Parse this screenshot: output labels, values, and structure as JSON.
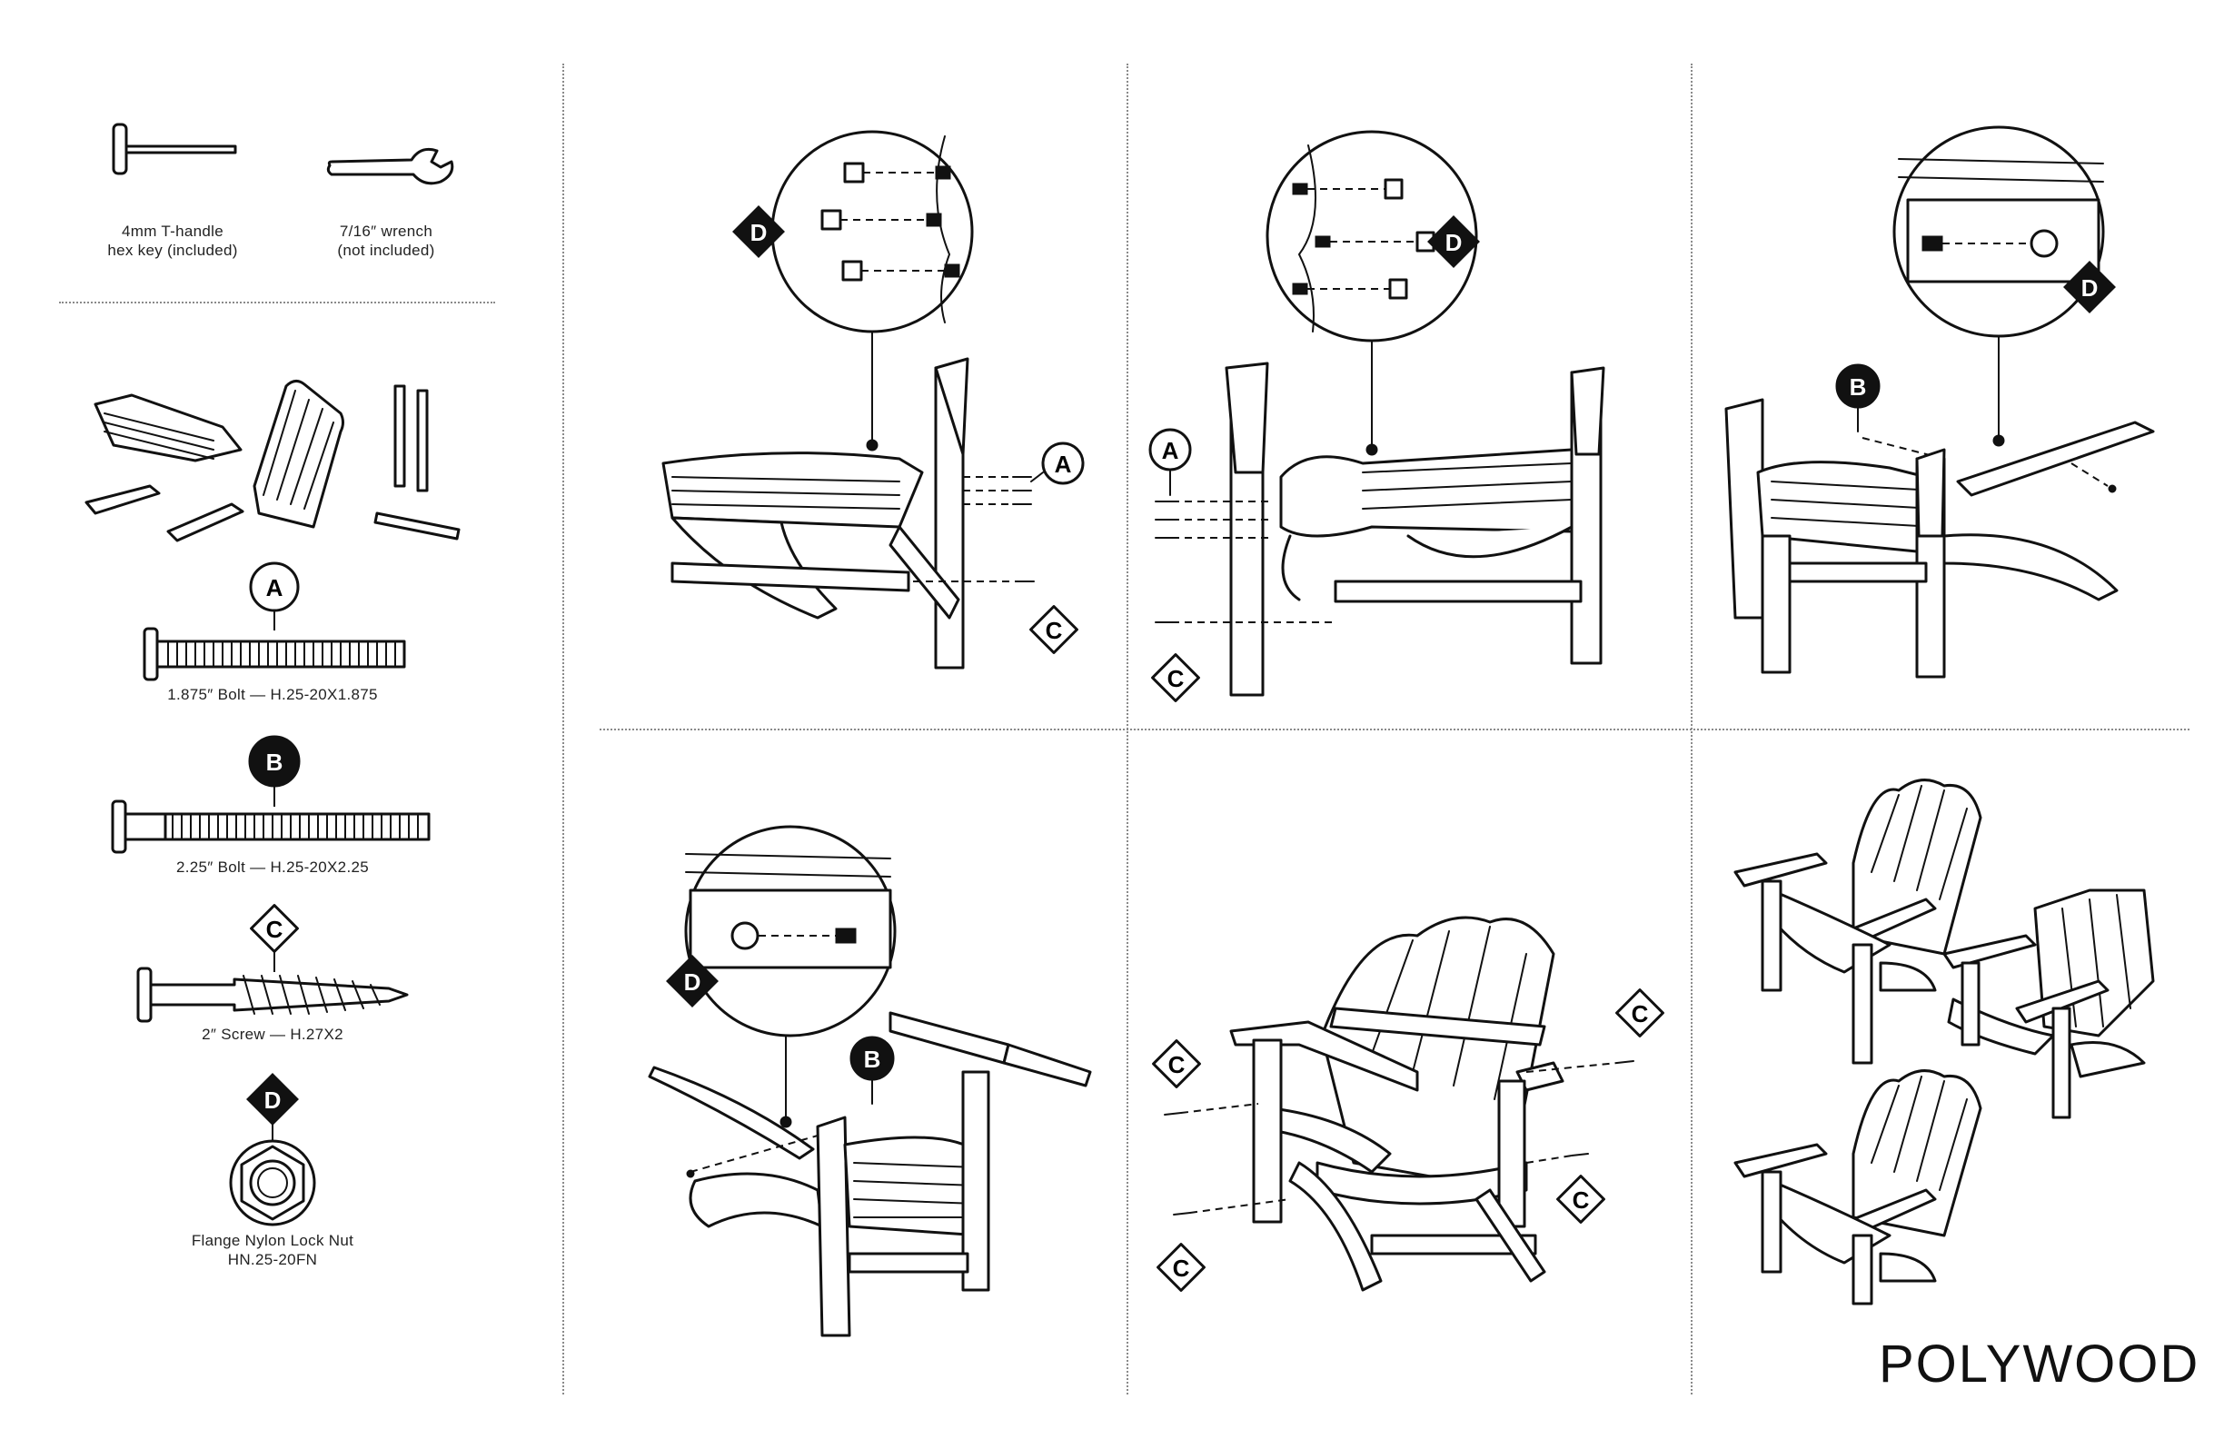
{
  "tools": [
    {
      "label_line1": "4mm T-handle",
      "label_line2": "hex key (included)",
      "icon": "hex-key-icon"
    },
    {
      "label_line1": "7/16″ wrench",
      "label_line2": "(not included)",
      "icon": "wrench-icon"
    }
  ],
  "hardware": [
    {
      "letter": "A",
      "label": "1.875″ Bolt — H.25-20X1.875",
      "style": "circle-outline"
    },
    {
      "letter": "B",
      "label": "2.25″ Bolt — H.25-20X2.25",
      "style": "circle-filled"
    },
    {
      "letter": "C",
      "label": "2″ Screw — H.27X2",
      "style": "diamond-outline"
    },
    {
      "letter": "D",
      "label_line1": "Flange Nylon Lock Nut",
      "label_line2": "HN.25-20FN",
      "style": "diamond-filled"
    }
  ],
  "steps": {
    "step1": {
      "callouts": [
        "D",
        "A",
        "C"
      ]
    },
    "step2": {
      "callouts": [
        "D",
        "A",
        "C"
      ]
    },
    "step3": {
      "callouts": [
        "D",
        "B"
      ]
    },
    "step4": {
      "callouts": [
        "D",
        "B"
      ]
    },
    "step5": {
      "callouts": [
        "C",
        "C",
        "C",
        "C"
      ]
    },
    "step6": {
      "callouts": []
    }
  },
  "brand": "POLYWOOD",
  "colors": {
    "ink": "#111111",
    "divider": "#8a8a8a",
    "background": "#ffffff"
  }
}
